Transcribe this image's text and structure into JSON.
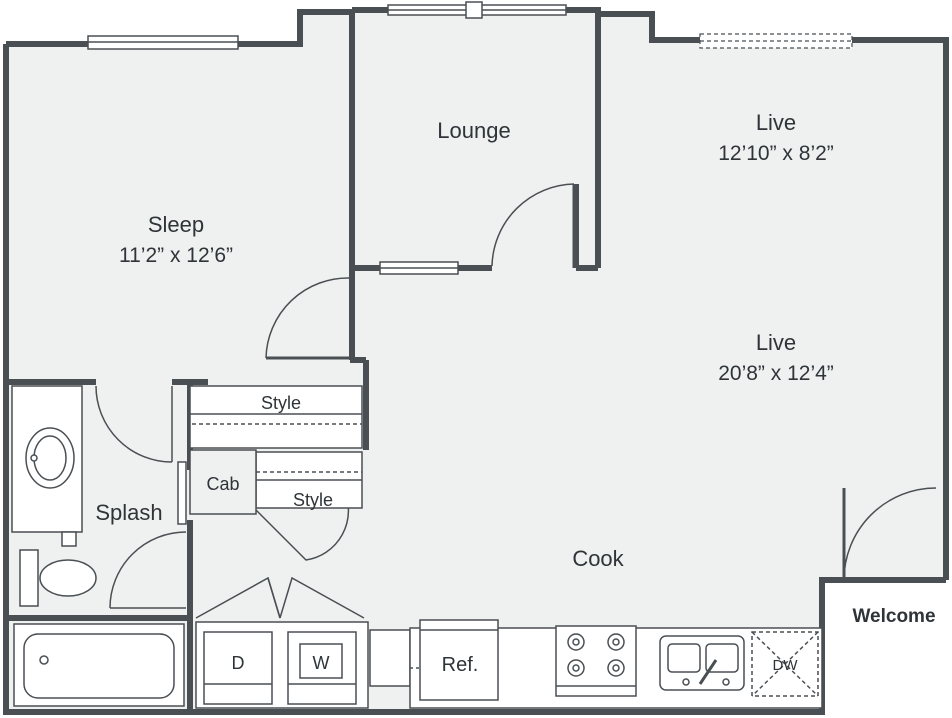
{
  "rooms": {
    "sleep": {
      "name": "Sleep",
      "dims": "11’2” x 12’6”"
    },
    "lounge": {
      "name": "Lounge"
    },
    "live_upper": {
      "name": "Live",
      "dims": "12’10” x 8’2”"
    },
    "live_main": {
      "name": "Live",
      "dims": "20’8” x 12’4”"
    },
    "cook": {
      "name": "Cook"
    },
    "splash": {
      "name": "Splash"
    },
    "welcome": {
      "name": "Welcome"
    }
  },
  "closets": {
    "style_top": "Style",
    "style_small": "Style",
    "cab": "Cab"
  },
  "appliances": {
    "dryer": "D",
    "washer": "W",
    "fridge": "Ref.",
    "dishwasher": "DW"
  },
  "colors": {
    "floor": "#eef1f0",
    "wall": "#4a4f53",
    "line": "#4a4f53",
    "text": "#2f3438"
  }
}
